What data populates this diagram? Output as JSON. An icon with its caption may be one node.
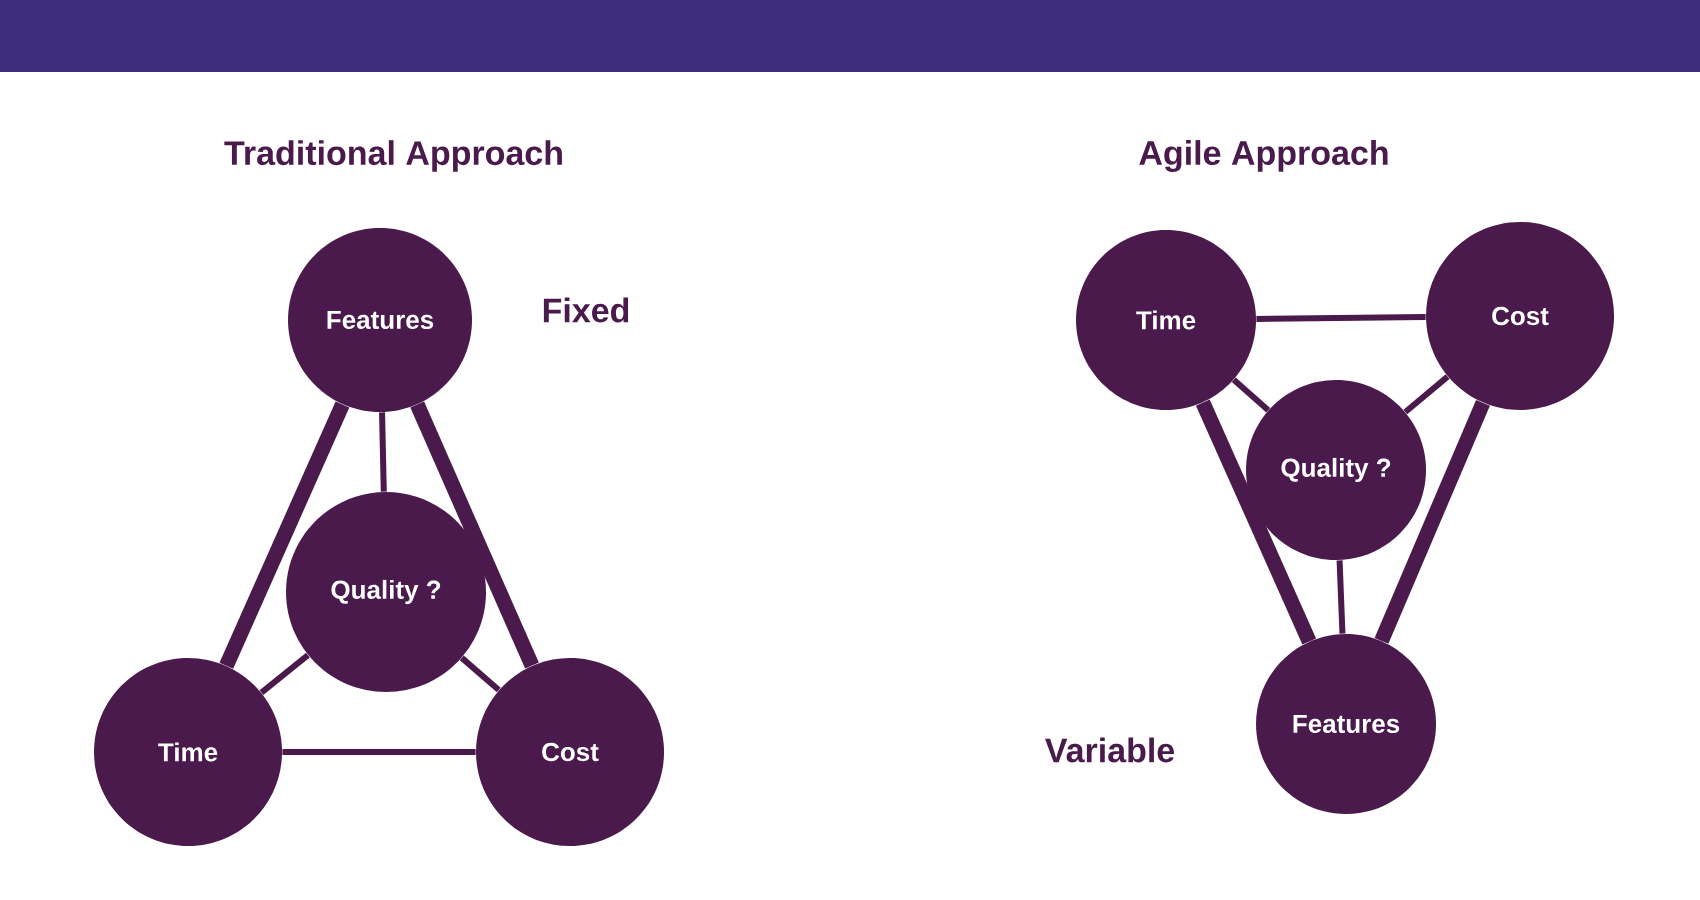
{
  "diagram": {
    "nodes": [
      {
        "text": [
          "Features"
        ]
      },
      {
        "text": [
          "Quality ?"
        ]
      },
      {
        "text": [
          "Time"
        ]
      },
      {
        "text": [
          "Cost"
        ]
      },
      {
        "text": [
          "Time"
        ]
      },
      {
        "text": [
          "Cost"
        ]
      },
      {
        "text": [
          "Quality ?"
        ]
      },
      {
        "text": [
          "Features"
        ]
      }
    ],
    "edges": [
      {
        "from": 0,
        "to": 2,
        "arrow": "none",
        "style": "thick"
      },
      {
        "from": 0,
        "to": 3,
        "arrow": "none",
        "style": "thick"
      },
      {
        "from": 2,
        "to": 3,
        "arrow": "none"
      },
      {
        "from": 0,
        "to": 1,
        "arrow": "none"
      },
      {
        "from": 1,
        "to": 2,
        "arrow": "none"
      },
      {
        "from": 1,
        "to": 3,
        "arrow": "none"
      },
      {
        "from": 4,
        "to": 5,
        "arrow": "none"
      },
      {
        "from": 4,
        "to": 7,
        "arrow": "none",
        "style": "thick"
      },
      {
        "from": 5,
        "to": 7,
        "arrow": "none",
        "style": "thick"
      },
      {
        "from": 6,
        "to": 4,
        "arrow": "none"
      },
      {
        "from": 6,
        "to": 5,
        "arrow": "none"
      },
      {
        "from": 6,
        "to": 7,
        "arrow": "none"
      }
    ],
    "labels": [
      "Traditional Approach",
      "Agile Approach",
      "Fixed",
      "Variable"
    ]
  }
}
